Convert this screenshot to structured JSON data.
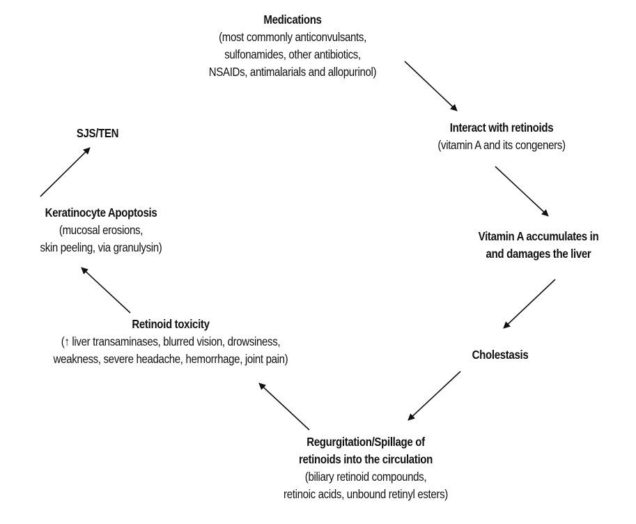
{
  "nodes": {
    "medications": {
      "title": "Medications",
      "detail": [
        "(most commonly anticonvulsants,",
        "sulfonamides, other antibiotics,",
        "NSAIDs, antimalarials and allopurinol)"
      ]
    },
    "interact": {
      "title": "Interact with retinoids",
      "detail": [
        "(vitamin A and its congeners)"
      ]
    },
    "accumulates": {
      "title": [
        "Vitamin A accumulates in",
        "and damages the liver"
      ]
    },
    "cholestasis": {
      "title": "Cholestasis"
    },
    "regurgitation": {
      "title": [
        "Regurgitation/Spillage of",
        "retinoids into the circulation"
      ],
      "detail": [
        "(biliary retinoid compounds,",
        "retinoic acids, unbound retinyl esters)"
      ]
    },
    "toxicity": {
      "title": "Retinoid toxicity",
      "detail": [
        "(↑ liver transaminases, blurred vision, drowsiness,",
        "weakness, severe headache, hemorrhage, joint pain)"
      ]
    },
    "apoptosis": {
      "title": "Keratinocyte Apoptosis",
      "detail": [
        "(mucosal erosions,",
        "skin peeling, via granulysin)"
      ]
    },
    "sjs": {
      "title": "SJS/TEN"
    }
  }
}
